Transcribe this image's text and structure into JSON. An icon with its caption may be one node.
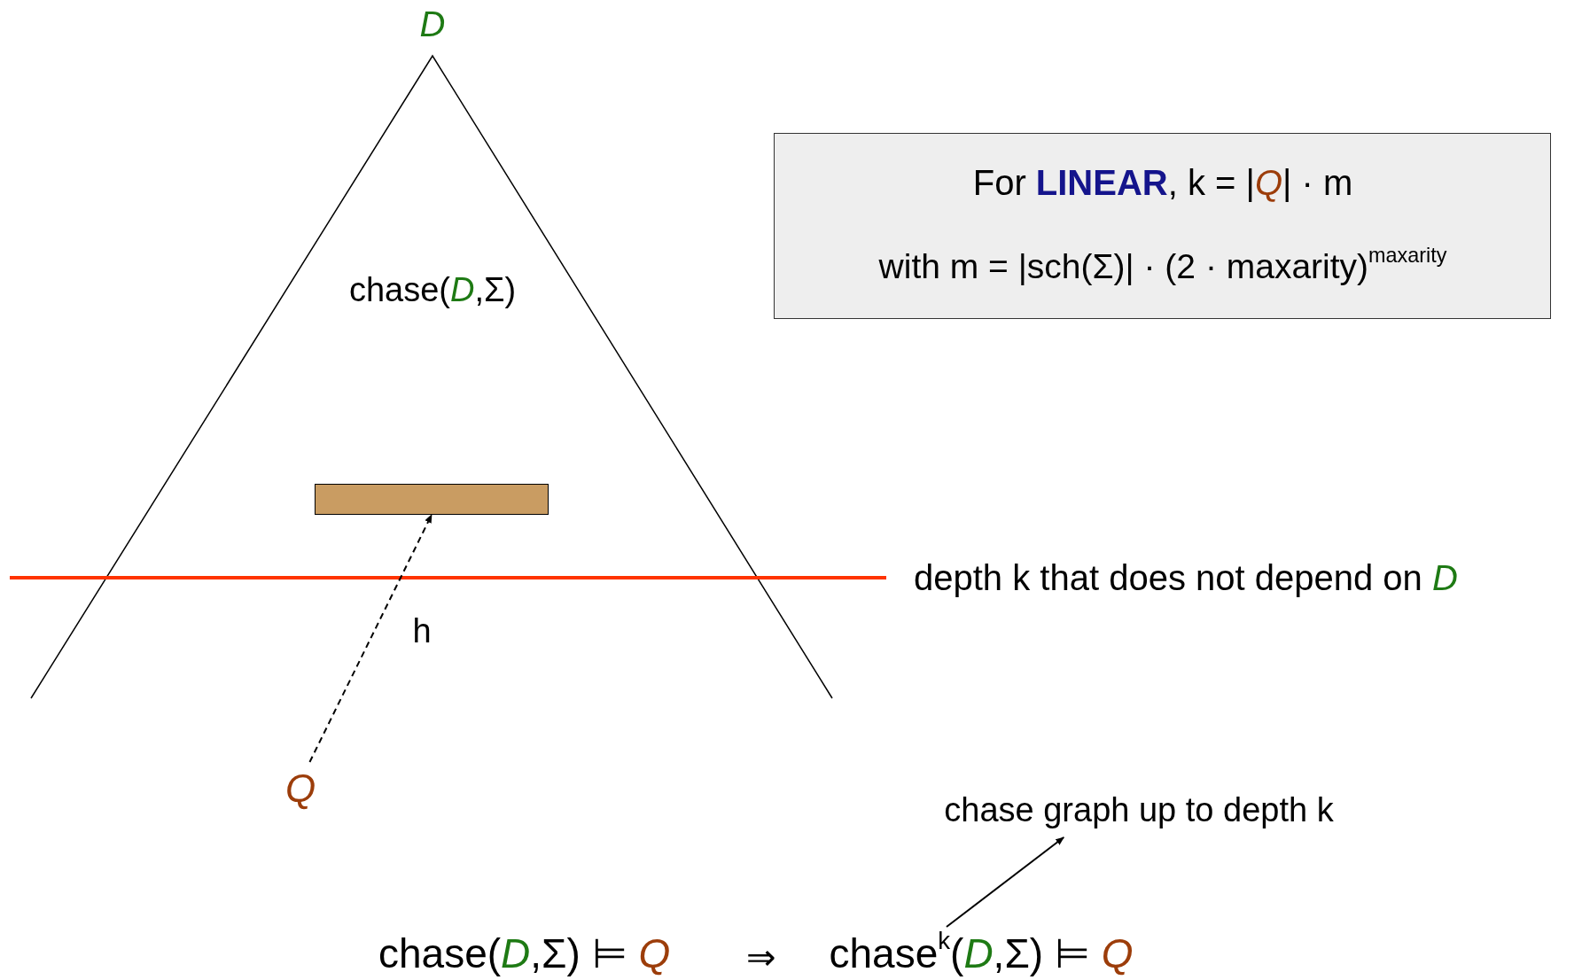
{
  "diagram": {
    "nodes": [
      {
        "text": [
          "D",
          "chase(*D*,Σ)"
        ]
      },
      {
        "text": [],
        "shape": "bar",
        "in": 0
      },
      {
        "text": [
          "Q"
        ]
      },
      {
        "text": [
          "For **LINEAR**, k = |*Q*| · m",
          "with m = |sch(Σ)| · (2 · maxarity)$^{maxarity}$"
        ]
      },
      {
        "text": [
          "chase graph up to depth k"
        ]
      },
      {
        "text": [
          "chase$^{k}$(*D*,Σ) ⊨ *Q*"
        ]
      }
    ],
    "edges": [
      {
        "from": 2,
        "to": 1,
        "arrow": "to",
        "style": "dashed",
        "label": "h"
      },
      {
        "from": 5,
        "to": 4,
        "arrow": "to"
      }
    ],
    "labels": [
      "depth k that does not depend on *D*",
      "chase(*D*,Σ) ⊨ *Q*",
      "⇒"
    ]
  }
}
